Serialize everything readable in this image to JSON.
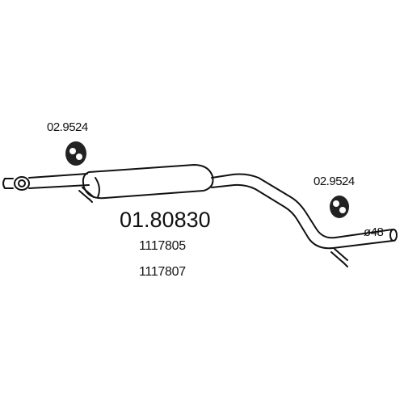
{
  "diagram": {
    "part_number": "01.80830",
    "oe_numbers": [
      "1117805",
      "1117807"
    ],
    "hanger_part_left": "02.9524",
    "hanger_part_right": "02.9524",
    "outlet_diameter": "ø48",
    "line_color": "#111111",
    "background": "#ffffff"
  }
}
